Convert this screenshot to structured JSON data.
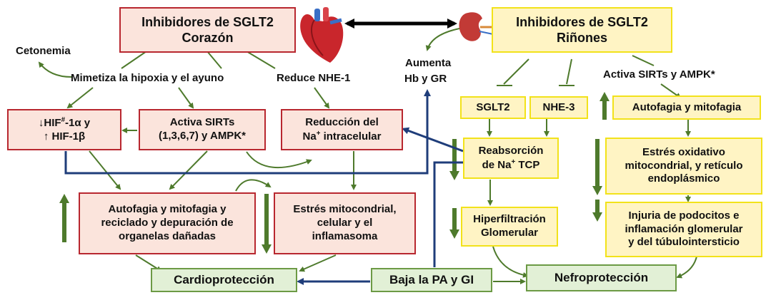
{
  "heart_box": {
    "line1": "Inhibidores de SGLT2",
    "line2": "Corazón"
  },
  "kidney_box": {
    "line1": "Inhibidores de SGLT2",
    "line2": "Riñones"
  },
  "labels": {
    "cetonemia": "Cetonemia",
    "mimetiza": "Mimetiza la hipoxia y el ayuno",
    "reduce_nhe1": "Reduce NHE-1",
    "aumenta_1": "Aumenta",
    "aumenta_2": "Hb y GR",
    "activa_sirts_kidney": "Activa SIRTs y AMPK*"
  },
  "hif_box": {
    "line1_a": "↓HIF",
    "line1_sup": "#",
    "line1_b": "-1α y",
    "line2": "↑ HIF-1β"
  },
  "activa_box": {
    "line1": "Activa SIRTs",
    "line2": "(1,3,6,7) y AMPK*"
  },
  "reduccion_box": {
    "line1": "Reducción del",
    "line2_a": "Na",
    "line2_sup": "+",
    "line2_b": " intracelular"
  },
  "autofagia_heart_box": {
    "line1": "Autofagia y mitofagia y",
    "line2": "reciclado y depuración de",
    "line3": "organelas dañadas"
  },
  "estres_heart_box": {
    "line1": "Estrés mitocondrial,",
    "line2": "celular y el",
    "line3": "inflamasoma"
  },
  "sglt2_box": {
    "text": "SGLT2"
  },
  "nhe3_box": {
    "text": "NHE-3"
  },
  "reabsorcion_box": {
    "line1": "Reabsorción",
    "line2_a": "de Na",
    "line2_sup": "+",
    "line2_b": " TCP"
  },
  "hiperfiltracion_box": {
    "line1": "Hiperfiltración",
    "line2": "Glomerular"
  },
  "autofagia_kidney_box": {
    "text": "Autofagia y mitofagia"
  },
  "estres_kidney_box": {
    "line1": "Estrés oxidativo",
    "line2": "mitocondrial, y retículo",
    "line3": "endoplásmico"
  },
  "injuria_box": {
    "line1": "Injuria de podocitos e",
    "line2": "inflamación glomerular",
    "line3": "y del túbulointersticio"
  },
  "cardio_box": {
    "text": "Cardioprotección"
  },
  "baja_box": {
    "text": "Baja la PA y GI"
  },
  "nefro_box": {
    "text": "Nefroprotección"
  },
  "icons": {
    "heart": "heart-icon",
    "kidney": "kidney-icon"
  },
  "colors": {
    "green_arrow": "#4e7a2c",
    "blue_arrow": "#1f3d7a",
    "red_border": "#b8272f",
    "yellow_border": "#f2e21a",
    "green_border": "#6c9a45"
  }
}
